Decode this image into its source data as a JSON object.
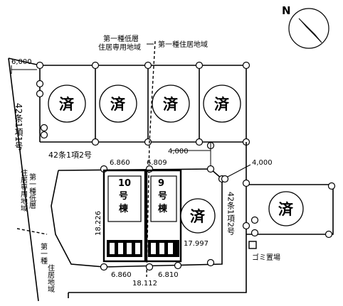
{
  "north_label": "N",
  "zones": {
    "exclusive_top": [
      "第一種低層",
      "住居専用地域"
    ],
    "residential_top": "第一種住居地域",
    "exclusive_left": [
      "第一種低層",
      "住居専用地域"
    ],
    "residential_left": [
      "第一種",
      "住居地域"
    ]
  },
  "roads": {
    "road_left": "42条1項1号",
    "road_mid": "42条1項2号",
    "road_right": "42条1項2号"
  },
  "dimensions": {
    "top_left": "6,000",
    "road_mid_w": "4,000",
    "road_right_w": "4,000",
    "b10_top": "6.860",
    "b9_top": "6.809",
    "left_side": "18.226",
    "right_side": "17.997",
    "b10_bottom": "6.860",
    "b9_bottom": "6.810",
    "bottom_total": "18.112"
  },
  "blocks": {
    "b10": [
      "10",
      "号",
      "棟"
    ],
    "b9": [
      "9",
      "号",
      "棟"
    ]
  },
  "sold_label": "済",
  "garbage_label": "ゴミ置場"
}
